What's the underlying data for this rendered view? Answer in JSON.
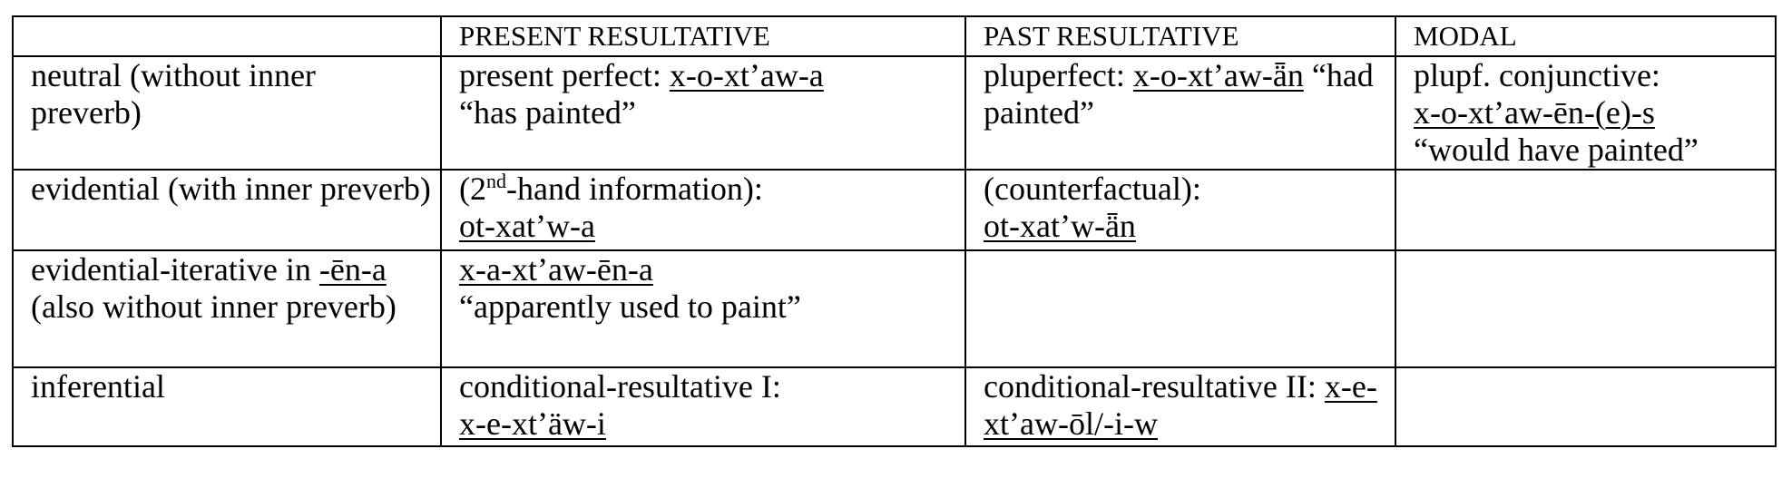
{
  "headers": [
    "",
    "PRESENT RESULTATIVE",
    "PAST RESULTATIVE",
    "MODAL"
  ],
  "rows": [
    {
      "category": "neutral (without inner preverb)",
      "present": {
        "prefix": "present perfect: ",
        "form": "x-o-xt’aw-a",
        "gloss": "“has painted”"
      },
      "past": {
        "prefix": "pluperfect: ",
        "form": "x-o-xt’aw-ǟn",
        "gloss": " “had painted”"
      },
      "modal": {
        "prefix": "plupf. conjunctive:",
        "form": "x-o-xt’aw-ēn-(e)-s",
        "gloss": "“would have painted”"
      }
    },
    {
      "category": "evidential (with inner preverb)",
      "present": {
        "open": "(2",
        "sup": "nd",
        "rest": "-hand information):",
        "form": "ot-xat’w-a"
      },
      "past": {
        "prefix": "(counterfactual):",
        "form": "ot-xat’w-ǟn"
      },
      "modal": {}
    },
    {
      "category_prefix": "evidential-iterative in ",
      "category_form": "-ēn-a ",
      "category_suffix": "(also without inner preverb)",
      "present": {
        "form": "x-a-xt’aw-ēn-a ",
        "gloss": "“apparently used to paint”"
      },
      "past": {},
      "modal": {}
    },
    {
      "category": "inferential",
      "present": {
        "prefix": "conditional-resultative I:",
        "form": "x-e-xt’äw-i"
      },
      "past": {
        "prefix": "conditional-resultative II: ",
        "form": "x-e-xt’aw-ōl/-i-w"
      },
      "modal": {}
    }
  ]
}
